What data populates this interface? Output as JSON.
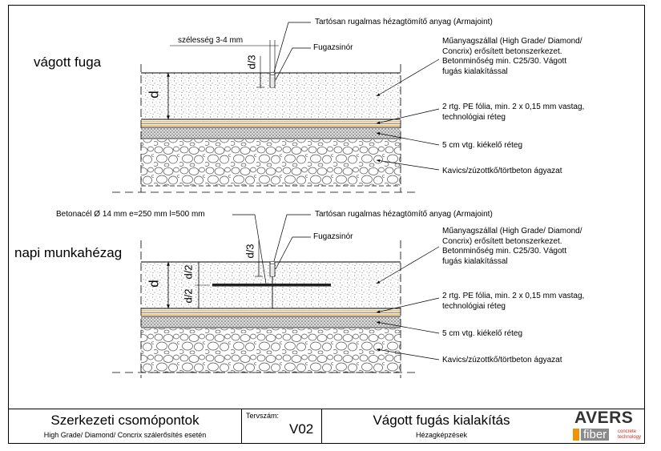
{
  "top_section": {
    "title": "vágott fuga",
    "labels": {
      "sealant": "Tartósan rugalmas hézagtömítő anyag (Armajoint)",
      "width": "szélesség 3-4 mm",
      "cord": "Fugazsinór",
      "concrete": "Műanyagszállal (High Grade/ Diamond/ Concrix) erősített betonszerkezet. Betonminőség min. C25/30. Vágott fugás kialakítással",
      "pe_foil": "2 rtg. PE fólia, min. 2 x 0,15 mm vastag, technológiai réteg",
      "leveling": "5 cm vtg. kiékelő réteg",
      "gravel": "Kavics/zúzottkő/törtbeton ágyazat"
    },
    "dims": {
      "depth": "d",
      "third": "d/3"
    }
  },
  "bottom_section": {
    "title": "napi munkahézag",
    "labels": {
      "dowel": "Betonacél Ø 14 mm e=250 mm l=500 mm",
      "sealant": "Tartósan rugalmas hézagtömítő anyag (Armajoint)",
      "cord": "Fugazsinór",
      "concrete": "Műanyagszállal (High Grade/ Diamond/ Concrix) erősített betonszerkezet. Betonminőség min. C25/30. Vágott fugás kialakítással",
      "pe_foil": "2 rtg. PE fólia, min. 2 x 0,15 mm vastag, technológiai réteg",
      "leveling": "5 cm vtg. kiékelő réteg",
      "gravel": "Kavics/zúzottkő/törtbeton ágyazat"
    },
    "dims": {
      "depth": "d",
      "third": "d/3",
      "half_top": "d/2",
      "half_bottom": "d/2"
    }
  },
  "title_block": {
    "main_title": "Szerkezeti csomópontok",
    "subtitle": "High Grade/ Diamond/ Concrix szálerősítés esetén",
    "plan_label": "Tervszám:",
    "plan_number": "V02",
    "drawing_title": "Vágott fugás kialakítás",
    "drawing_subtitle": "Hézagképzések",
    "logo": {
      "word": "AVERS",
      "sub": "fiber",
      "small_1": "concrete",
      "small_2": "technology"
    }
  },
  "colors": {
    "foil": "#f0a030",
    "logo_orange": "#f39200",
    "logo_red": "#d9261c"
  }
}
